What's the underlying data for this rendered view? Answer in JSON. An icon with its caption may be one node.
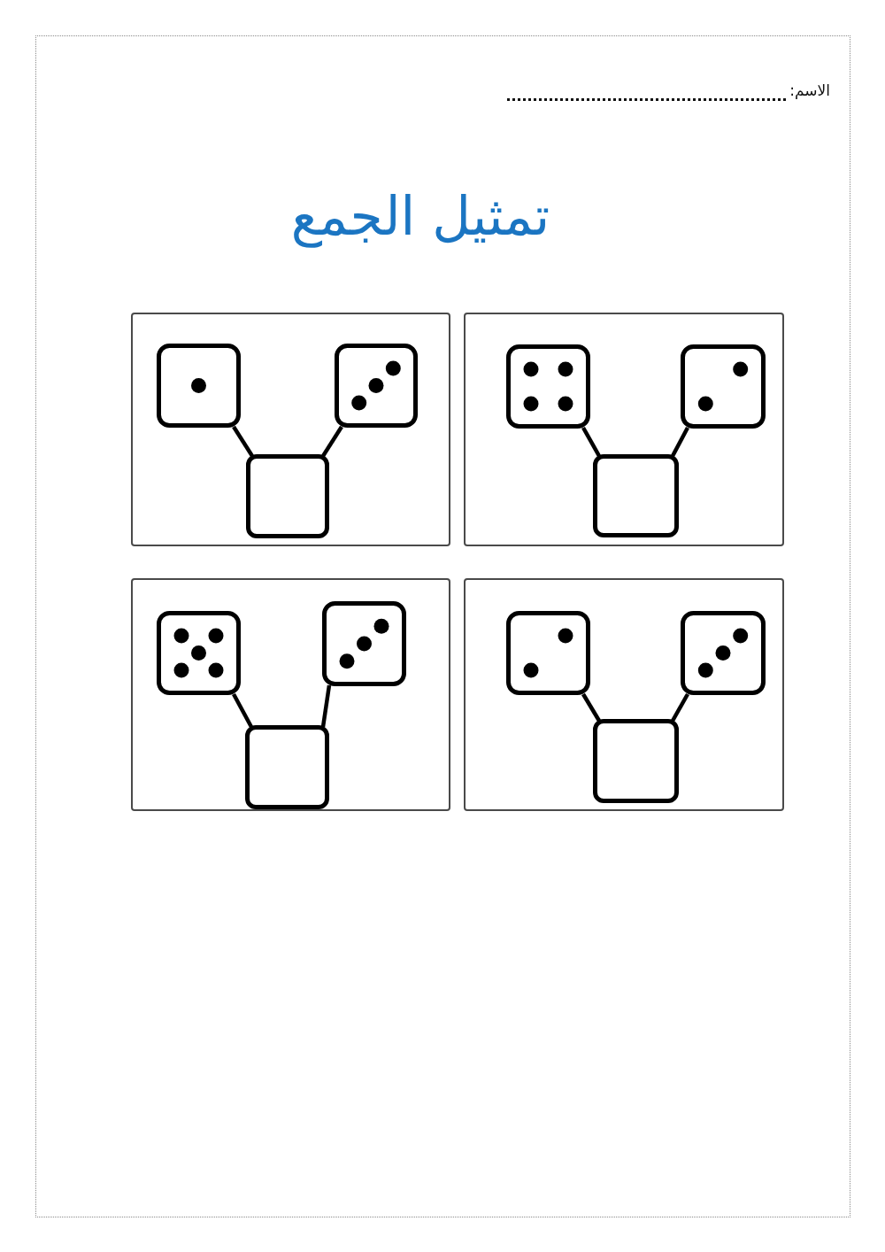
{
  "diagram": {
    "title": "تمثيل الجمع",
    "nodes": [
      {
        "text": [],
        "shape": "box"
      },
      {
        "text": [],
        "shape": "picture",
        "in": 0
      },
      {
        "text": [],
        "shape": "picture",
        "in": 0
      },
      {
        "text": [],
        "shape": "box",
        "in": 0
      },
      {
        "text": [],
        "shape": "box"
      },
      {
        "text": [],
        "shape": "picture",
        "in": 4
      },
      {
        "text": [],
        "shape": "picture",
        "in": 4
      },
      {
        "text": [],
        "shape": "box",
        "in": 4
      },
      {
        "text": [],
        "shape": "box"
      },
      {
        "text": [],
        "shape": "picture",
        "in": 8
      },
      {
        "text": [],
        "shape": "picture",
        "in": 8
      },
      {
        "text": [],
        "shape": "box",
        "in": 8
      },
      {
        "text": [],
        "shape": "box"
      },
      {
        "text": [],
        "shape": "picture",
        "in": 12
      },
      {
        "text": [],
        "shape": "picture",
        "in": 12
      },
      {
        "text": [],
        "shape": "box",
        "in": 12
      }
    ],
    "edges": [
      {
        "from": 1,
        "to": 3,
        "arrow": "none"
      },
      {
        "from": 2,
        "to": 3,
        "arrow": "none"
      },
      {
        "from": 5,
        "to": 7,
        "arrow": "none"
      },
      {
        "from": 6,
        "to": 7,
        "arrow": "none"
      },
      {
        "from": 9,
        "to": 11,
        "arrow": "none"
      },
      {
        "from": 10,
        "to": 11,
        "arrow": "none"
      },
      {
        "from": 13,
        "to": 15,
        "arrow": "none"
      },
      {
        "from": 14,
        "to": 15,
        "arrow": "none"
      }
    ],
    "labels": [
      "الاسم:"
    ]
  }
}
